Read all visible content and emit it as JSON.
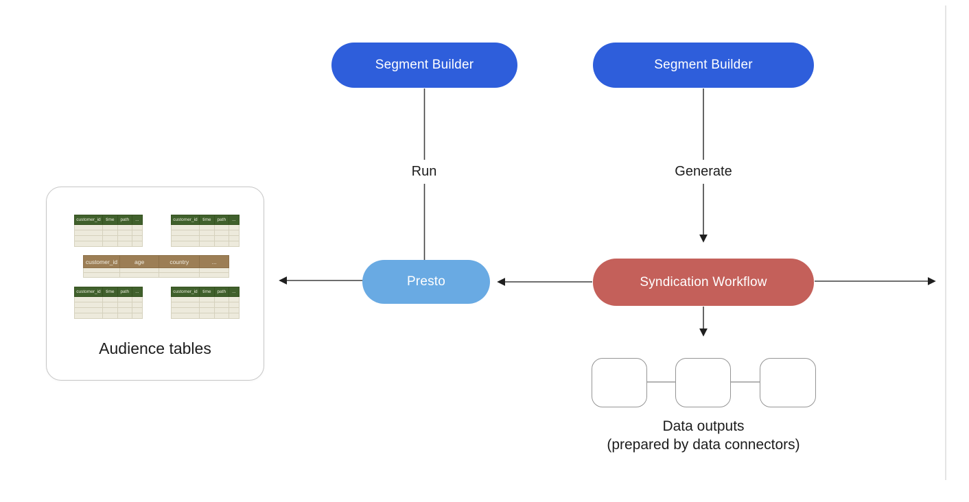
{
  "diagram": {
    "nodes": {
      "segment_builder_left": {
        "label": "Segment Builder"
      },
      "segment_builder_right": {
        "label": "Segment Builder"
      },
      "presto": {
        "label": "Presto"
      },
      "syndication_workflow": {
        "label": "Syndication Workflow"
      }
    },
    "edges": {
      "run_label": "Run",
      "generate_label": "Generate"
    },
    "audience": {
      "caption": "Audience tables",
      "event_headers": [
        "customer_id",
        "time",
        "path",
        "..."
      ],
      "profile_headers": [
        "customer_id",
        "age",
        "country",
        "..."
      ]
    },
    "outputs": {
      "caption_line1": "Data outputs",
      "caption_line2": "(prepared by data connectors)"
    },
    "colors": {
      "segment_builder_fill": "#2e5edb",
      "presto_fill": "#69aae3",
      "syndication_fill": "#c4605a",
      "event_table_header_fill": "#40602c",
      "profile_table_header_fill": "#9c7e55",
      "arrow_stroke": "#3f3f3f"
    }
  }
}
